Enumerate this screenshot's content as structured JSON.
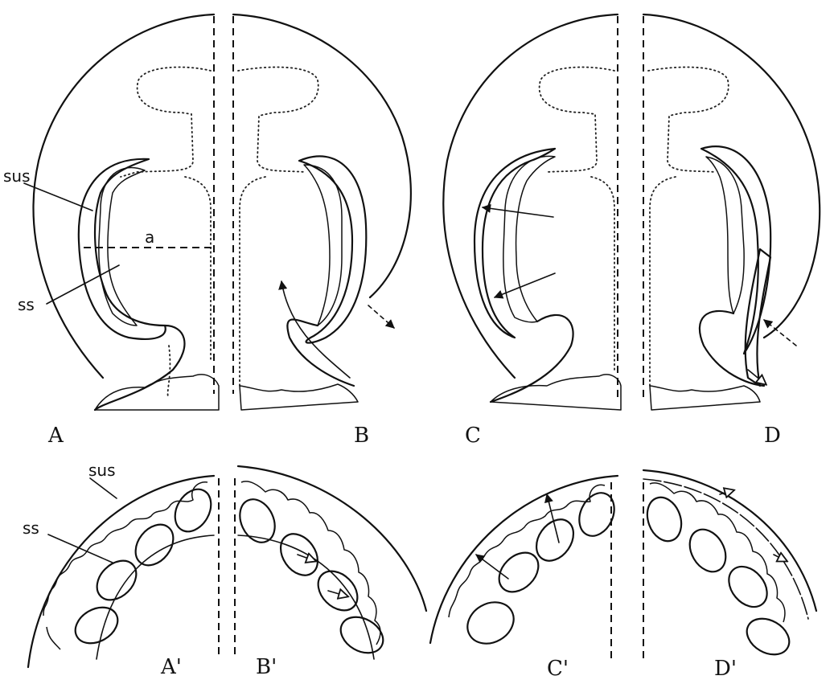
{
  "labels": {
    "sus": "sus",
    "ss": "ss",
    "a": "a",
    "sus2": "sus",
    "ss2": "ss"
  },
  "panels": {
    "A": "A",
    "B": "B",
    "C": "C",
    "D": "D",
    "A2": "A'",
    "B2": "B'",
    "C2": "C'",
    "D2": "D'"
  }
}
